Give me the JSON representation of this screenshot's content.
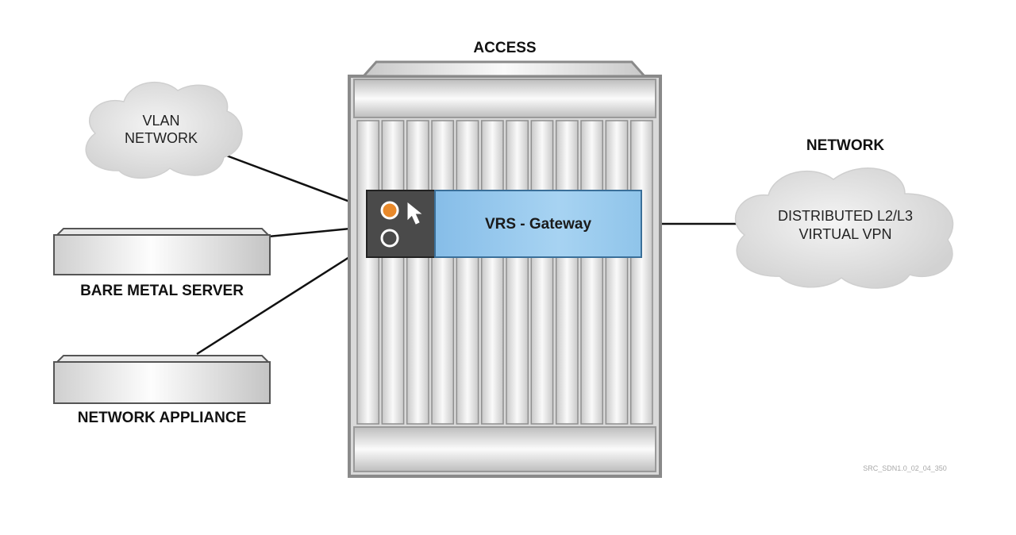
{
  "title": "ACCESS",
  "gateway": {
    "label": "VRS - Gateway"
  },
  "vlan_cloud": {
    "line1": "VLAN",
    "line2": "NETWORK"
  },
  "bare_metal": {
    "label": "BARE METAL SERVER"
  },
  "appliance": {
    "label": "NETWORK APPLIANCE"
  },
  "network": {
    "heading": "NETWORK",
    "line1": "DISTRIBUTED L2/L3",
    "line2": "VIRTUAL VPN"
  },
  "reference_code": "SRC_SDN1.0_02_04_350",
  "icons": [
    "cloud-icon",
    "server-icon",
    "chassis-icon",
    "indicator-led-icon",
    "cursor-arrow-icon"
  ],
  "colors": {
    "gateway_fill": "#9cc9ec",
    "panel_dark": "#4a4a4a",
    "led_orange": "#e8892b",
    "cloud_fill": "#dedede",
    "chassis_border": "#8a8a8a"
  }
}
